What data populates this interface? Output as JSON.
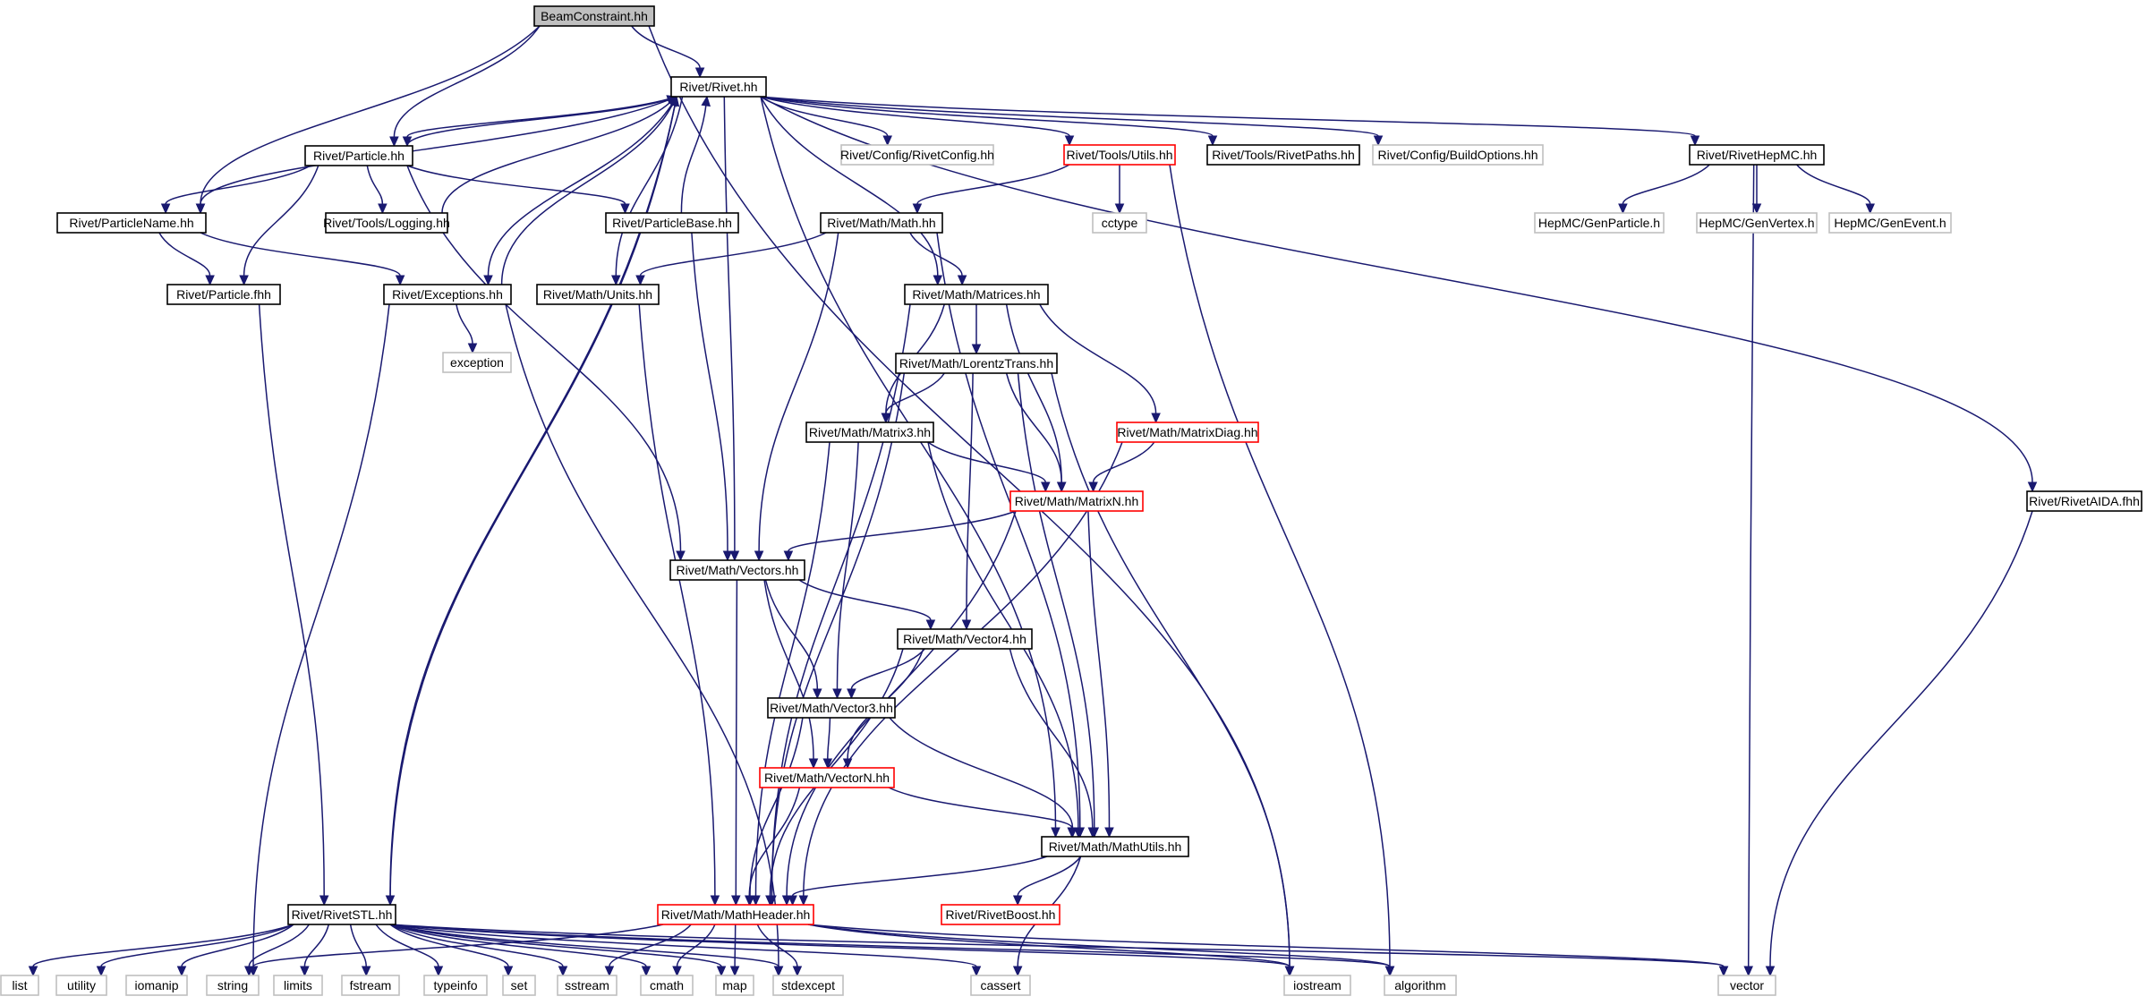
{
  "colors": {
    "edge": "#191970",
    "root_fill": "#bfbfbf",
    "border_normal": "#000000",
    "border_truncated": "#ff0000",
    "border_external": "#bfbfbf"
  },
  "nodes": [
    {
      "id": "beam",
      "label": "BeamConstraint.hh",
      "kind": "root"
    },
    {
      "id": "rivet",
      "label": "Rivet/Rivet.hh",
      "kind": "normal"
    },
    {
      "id": "particle",
      "label": "Rivet/Particle.hh",
      "kind": "normal"
    },
    {
      "id": "rivetconfig",
      "label": "Rivet/Config/RivetConfig.hh",
      "kind": "external"
    },
    {
      "id": "toolsutils",
      "label": "Rivet/Tools/Utils.hh",
      "kind": "truncated"
    },
    {
      "id": "rivetpaths",
      "label": "Rivet/Tools/RivetPaths.hh",
      "kind": "normal"
    },
    {
      "id": "buildoptions",
      "label": "Rivet/Config/BuildOptions.hh",
      "kind": "external"
    },
    {
      "id": "rivethepmc",
      "label": "Rivet/RivetHepMC.hh",
      "kind": "normal"
    },
    {
      "id": "particlename",
      "label": "Rivet/ParticleName.hh",
      "kind": "normal"
    },
    {
      "id": "logging",
      "label": "Rivet/Tools/Logging.hh",
      "kind": "normal"
    },
    {
      "id": "particlebase",
      "label": "Rivet/ParticleBase.hh",
      "kind": "normal"
    },
    {
      "id": "mathmath",
      "label": "Rivet/Math/Math.hh",
      "kind": "normal"
    },
    {
      "id": "cctype",
      "label": "cctype",
      "kind": "external"
    },
    {
      "id": "genparticle",
      "label": "HepMC/GenParticle.h",
      "kind": "external"
    },
    {
      "id": "genvertex",
      "label": "HepMC/GenVertex.h",
      "kind": "external"
    },
    {
      "id": "genevent",
      "label": "HepMC/GenEvent.h",
      "kind": "external"
    },
    {
      "id": "particlefhh",
      "label": "Rivet/Particle.fhh",
      "kind": "normal"
    },
    {
      "id": "exceptions",
      "label": "Rivet/Exceptions.hh",
      "kind": "normal"
    },
    {
      "id": "units",
      "label": "Rivet/Math/Units.hh",
      "kind": "normal"
    },
    {
      "id": "matrices",
      "label": "Rivet/Math/Matrices.hh",
      "kind": "normal"
    },
    {
      "id": "exception",
      "label": "exception",
      "kind": "external"
    },
    {
      "id": "lorentz",
      "label": "Rivet/Math/LorentzTrans.hh",
      "kind": "normal"
    },
    {
      "id": "matrix3",
      "label": "Rivet/Math/Matrix3.hh",
      "kind": "normal"
    },
    {
      "id": "matrixdiag",
      "label": "Rivet/Math/MatrixDiag.hh",
      "kind": "truncated"
    },
    {
      "id": "rivetaida",
      "label": "Rivet/RivetAIDA.fhh",
      "kind": "normal"
    },
    {
      "id": "matrixn",
      "label": "Rivet/Math/MatrixN.hh",
      "kind": "truncated"
    },
    {
      "id": "vectors",
      "label": "Rivet/Math/Vectors.hh",
      "kind": "normal"
    },
    {
      "id": "vector4",
      "label": "Rivet/Math/Vector4.hh",
      "kind": "normal"
    },
    {
      "id": "vector3",
      "label": "Rivet/Math/Vector3.hh",
      "kind": "normal"
    },
    {
      "id": "vectorn",
      "label": "Rivet/Math/VectorN.hh",
      "kind": "truncated"
    },
    {
      "id": "mathutils",
      "label": "Rivet/Math/MathUtils.hh",
      "kind": "normal"
    },
    {
      "id": "rivetstl",
      "label": "Rivet/RivetSTL.hh",
      "kind": "normal"
    },
    {
      "id": "mathheader",
      "label": "Rivet/Math/MathHeader.hh",
      "kind": "truncated"
    },
    {
      "id": "rivetboost",
      "label": "Rivet/RivetBoost.hh",
      "kind": "truncated"
    },
    {
      "id": "list",
      "label": "list",
      "kind": "external"
    },
    {
      "id": "utility",
      "label": "utility",
      "kind": "external"
    },
    {
      "id": "iomanip",
      "label": "iomanip",
      "kind": "external"
    },
    {
      "id": "string",
      "label": "string",
      "kind": "external"
    },
    {
      "id": "limits",
      "label": "limits",
      "kind": "external"
    },
    {
      "id": "fstream",
      "label": "fstream",
      "kind": "external"
    },
    {
      "id": "typeinfo",
      "label": "typeinfo",
      "kind": "external"
    },
    {
      "id": "set",
      "label": "set",
      "kind": "external"
    },
    {
      "id": "sstream",
      "label": "sstream",
      "kind": "external"
    },
    {
      "id": "cmath",
      "label": "cmath",
      "kind": "external"
    },
    {
      "id": "map",
      "label": "map",
      "kind": "external"
    },
    {
      "id": "stdexcept",
      "label": "stdexcept",
      "kind": "external"
    },
    {
      "id": "cassert",
      "label": "cassert",
      "kind": "external"
    },
    {
      "id": "iostream",
      "label": "iostream",
      "kind": "external"
    },
    {
      "id": "algorithm",
      "label": "algorithm",
      "kind": "external"
    },
    {
      "id": "vector",
      "label": "vector",
      "kind": "external"
    }
  ],
  "edges": [
    [
      "beam",
      "rivet"
    ],
    [
      "beam",
      "particle"
    ],
    [
      "beam",
      "particlename"
    ],
    [
      "beam",
      "iostream"
    ],
    [
      "rivet",
      "particle"
    ],
    [
      "rivet",
      "particlename"
    ],
    [
      "rivet",
      "rivetconfig"
    ],
    [
      "rivet",
      "toolsutils"
    ],
    [
      "rivet",
      "rivetpaths"
    ],
    [
      "rivet",
      "buildoptions"
    ],
    [
      "rivet",
      "rivethepmc"
    ],
    [
      "rivet",
      "rivetaida"
    ],
    [
      "rivet",
      "exceptions"
    ],
    [
      "rivet",
      "units"
    ],
    [
      "rivet",
      "matrices"
    ],
    [
      "rivet",
      "vectors"
    ],
    [
      "rivet",
      "mathutils"
    ],
    [
      "rivet",
      "rivetstl"
    ],
    [
      "particle",
      "rivet"
    ],
    [
      "particle",
      "particlename"
    ],
    [
      "particle",
      "logging"
    ],
    [
      "particle",
      "particlebase"
    ],
    [
      "particle",
      "particlefhh"
    ],
    [
      "particle",
      "vectors"
    ],
    [
      "logging",
      "rivet"
    ],
    [
      "particlebase",
      "rivet"
    ],
    [
      "particlebase",
      "vectors"
    ],
    [
      "rivetstl",
      "rivet"
    ],
    [
      "exceptions",
      "rivet"
    ],
    [
      "particlename",
      "particlefhh"
    ],
    [
      "particlename",
      "exceptions"
    ],
    [
      "particlefhh",
      "rivetstl"
    ],
    [
      "exceptions",
      "exception"
    ],
    [
      "exceptions",
      "string"
    ],
    [
      "exceptions",
      "stdexcept"
    ],
    [
      "toolsutils",
      "mathmath"
    ],
    [
      "toolsutils",
      "cctype"
    ],
    [
      "toolsutils",
      "algorithm"
    ],
    [
      "rivethepmc",
      "genparticle"
    ],
    [
      "rivethepmc",
      "genvertex"
    ],
    [
      "rivethepmc",
      "genevent"
    ],
    [
      "rivethepmc",
      "vector"
    ],
    [
      "rivetaida",
      "vector"
    ],
    [
      "mathmath",
      "units"
    ],
    [
      "mathmath",
      "matrices"
    ],
    [
      "mathmath",
      "vectors"
    ],
    [
      "mathmath",
      "mathutils"
    ],
    [
      "units",
      "mathheader"
    ],
    [
      "matrices",
      "lorentz"
    ],
    [
      "matrices",
      "matrix3"
    ],
    [
      "matrices",
      "matrixdiag"
    ],
    [
      "matrices",
      "matrixn"
    ],
    [
      "matrices",
      "mathheader"
    ],
    [
      "lorentz",
      "matrix3"
    ],
    [
      "lorentz",
      "matrixn"
    ],
    [
      "lorentz",
      "vector4"
    ],
    [
      "lorentz",
      "mathutils"
    ],
    [
      "lorentz",
      "mathheader"
    ],
    [
      "lorentz",
      "iostream"
    ],
    [
      "matrix3",
      "matrixn"
    ],
    [
      "matrix3",
      "vector3"
    ],
    [
      "matrix3",
      "mathutils"
    ],
    [
      "matrix3",
      "mathheader"
    ],
    [
      "matrixdiag",
      "matrixn"
    ],
    [
      "matrixdiag",
      "mathheader"
    ],
    [
      "matrixn",
      "vectors"
    ],
    [
      "matrixn",
      "mathutils"
    ],
    [
      "matrixn",
      "mathheader"
    ],
    [
      "vectors",
      "vector4"
    ],
    [
      "vectors",
      "vector3"
    ],
    [
      "vectors",
      "vectorn"
    ],
    [
      "vectors",
      "mathheader"
    ],
    [
      "vector4",
      "vector3"
    ],
    [
      "vector4",
      "vectorn"
    ],
    [
      "vector4",
      "mathutils"
    ],
    [
      "vector4",
      "mathheader"
    ],
    [
      "vector3",
      "vectorn"
    ],
    [
      "vector3",
      "mathutils"
    ],
    [
      "vector3",
      "mathheader"
    ],
    [
      "vectorn",
      "mathutils"
    ],
    [
      "vectorn",
      "mathheader"
    ],
    [
      "mathutils",
      "mathheader"
    ],
    [
      "mathutils",
      "rivetboost"
    ],
    [
      "mathutils",
      "cassert"
    ],
    [
      "rivetstl",
      "list"
    ],
    [
      "rivetstl",
      "utility"
    ],
    [
      "rivetstl",
      "iomanip"
    ],
    [
      "rivetstl",
      "string"
    ],
    [
      "rivetstl",
      "limits"
    ],
    [
      "rivetstl",
      "fstream"
    ],
    [
      "rivetstl",
      "typeinfo"
    ],
    [
      "rivetstl",
      "set"
    ],
    [
      "rivetstl",
      "sstream"
    ],
    [
      "rivetstl",
      "cmath"
    ],
    [
      "rivetstl",
      "map"
    ],
    [
      "rivetstl",
      "stdexcept"
    ],
    [
      "rivetstl",
      "cassert"
    ],
    [
      "rivetstl",
      "iostream"
    ],
    [
      "rivetstl",
      "algorithm"
    ],
    [
      "rivetstl",
      "vector"
    ],
    [
      "mathheader",
      "string"
    ],
    [
      "mathheader",
      "sstream"
    ],
    [
      "mathheader",
      "cmath"
    ],
    [
      "mathheader",
      "map"
    ],
    [
      "mathheader",
      "stdexcept"
    ],
    [
      "mathheader",
      "iostream"
    ],
    [
      "mathheader",
      "algorithm"
    ],
    [
      "mathheader",
      "vector"
    ]
  ]
}
